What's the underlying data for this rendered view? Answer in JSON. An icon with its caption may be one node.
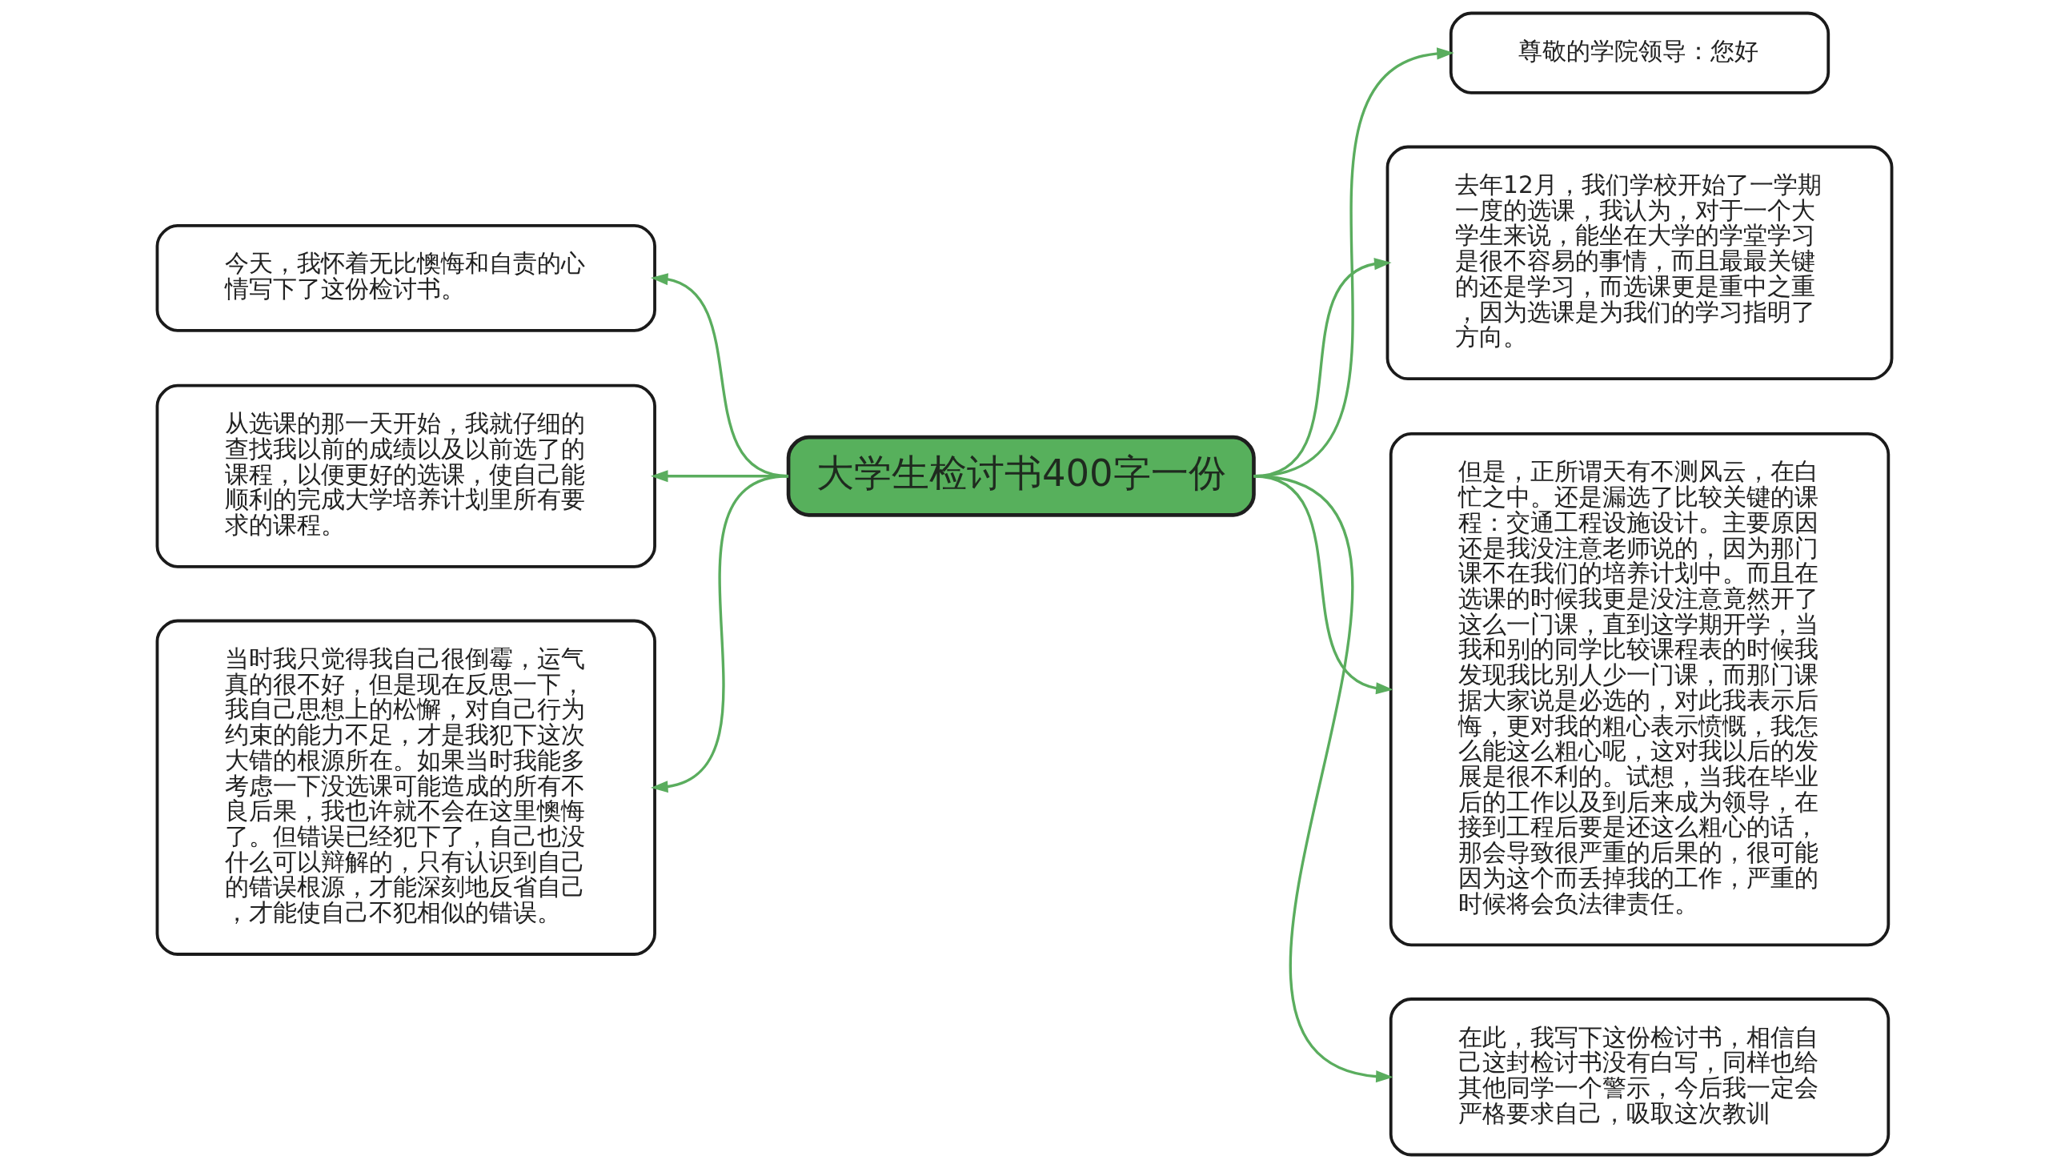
{
  "diagram": {
    "nodes": [
      {
        "text": [
          "大学生检讨书400字一份"
        ]
      },
      {
        "text": [
          "今天，我怀着无比懊悔和自责的心情写下了这份检讨书。"
        ]
      },
      {
        "text": [
          "从选课的那一天开始，我就仔细的查找我以前的成绩以及以前选了的课程，以便更好的选课，使自己能顺利的完成大学培养计划里所有要求的课程。"
        ]
      },
      {
        "text": [
          "当时我只觉得我自己很倒霉，运气真的很不好，但是现在反思一下，我自己思想上的松懈，对自己行为约束的能力不足，才是我犯下这次大错的根源所在。如果当时我能多考虑一下没选课可能造成的所有不良后果，我也许就不会在这里懊悔了。但错误已经犯下了，自己也没什么可以辩解的，只有认识到自己的错误根源，才能深刻地反省自己，才能使自己不犯相似的错误。"
        ]
      },
      {
        "text": [
          "尊敬的学院领导：您好"
        ]
      },
      {
        "text": [
          "去年12月，我们学校开始了一学期一度的选课，我认为，对于一个大学生来说，能坐在大学的学堂学习是很不容易的事情，而且最最关键的还是学习，而选课更是重中之重，因为选课是为我们的学习指明了方向。"
        ]
      },
      {
        "text": [
          "但是，正所谓天有不测风云，在白忙之中。还是漏选了比较关键的课程：交通工程设施设计。主要原因还是我没注意老师说的，因为那门课不在我们的培养计划中。而且在选课的时候我更是没注意竟然开了这么一门课，直到这学期开学，当我和别的同学比较课程表的时候我发现我比别人少一门课，而那门课据大家说是必选的，对此我表示后悔，更对我的粗心表示愤慨，我怎么能这么粗心呢，这对我以后的发展是很不利的。试想，当我在毕业后的工作以及到后来成为领导，在接到工程后要是还这么粗心的话，那会导致很严重的后果的，很可能因为这个而丢掉我的工作，严重的时候将会负法律责任。"
        ]
      },
      {
        "text": [
          "在此，我写下这份检讨书，相信自己这封检讨书没有白写，同样也给其他同学一个警示，今后我一定会严格要求自己，吸取这次教训"
        ]
      }
    ],
    "edges": [
      {
        "from": 0,
        "to": 1,
        "arrow": "to"
      },
      {
        "from": 0,
        "to": 2,
        "arrow": "to"
      },
      {
        "from": 0,
        "to": 3,
        "arrow": "to"
      },
      {
        "from": 0,
        "to": 4,
        "arrow": "to"
      },
      {
        "from": 0,
        "to": 5,
        "arrow": "to"
      },
      {
        "from": 0,
        "to": 6,
        "arrow": "to"
      },
      {
        "from": 0,
        "to": 7,
        "arrow": "to"
      }
    ]
  }
}
